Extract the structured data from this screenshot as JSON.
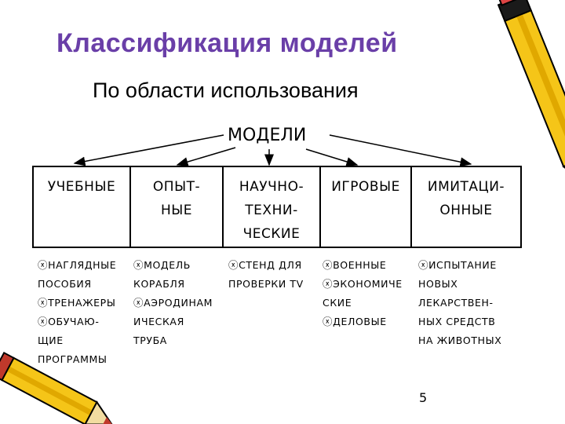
{
  "title": "Классификация моделей",
  "subtitle": "По области использования",
  "root_label": "МОДЕЛИ",
  "categories": [
    {
      "label": "УЧЕБНЫЕ"
    },
    {
      "label": "ОПЫТ-\nНЫЕ"
    },
    {
      "label": "НАУЧНО-\nТЕХНИ-\nЧЕСКИЕ"
    },
    {
      "label": "ИГРОВЫЕ"
    },
    {
      "label": "ИМИТАЦИ-\nОННЫЕ"
    }
  ],
  "examples": {
    "uchebnye": [
      "ⓧНАГЛЯДНЫЕ",
      "ПОСОБИЯ",
      "ⓧТРЕНАЖЕРЫ",
      "ⓧОБУЧАЮ-",
      "ЩИЕ",
      "ПРОГРАММЫ"
    ],
    "opytnye": [
      "ⓧМОДЕЛЬ",
      "КОРАБЛЯ",
      "ⓧАЭРОДИНАМ",
      "ИЧЕСКАЯ",
      "ТРУБА"
    ],
    "nauchno": [
      "ⓧСТЕНД ДЛЯ",
      "ПРОВЕРКИ TV"
    ],
    "igrovye": [
      "ⓧВОЕННЫЕ",
      "ⓧЭКОНОМИЧЕ",
      "СКИЕ",
      "ⓧДЕЛОВЫЕ"
    ],
    "imitatsionnye": [
      "ⓧИСПЫТАНИЕ",
      "НОВЫХ",
      "ЛЕКАРСТВЕН-",
      "НЫХ СРЕДСТВ",
      "НА ЖИВОТНЫХ"
    ]
  },
  "page_number": "5",
  "colors": {
    "title": "#6a3fa8",
    "pencil_body": "#f5c518",
    "pencil_tip": "#c0392b"
  }
}
